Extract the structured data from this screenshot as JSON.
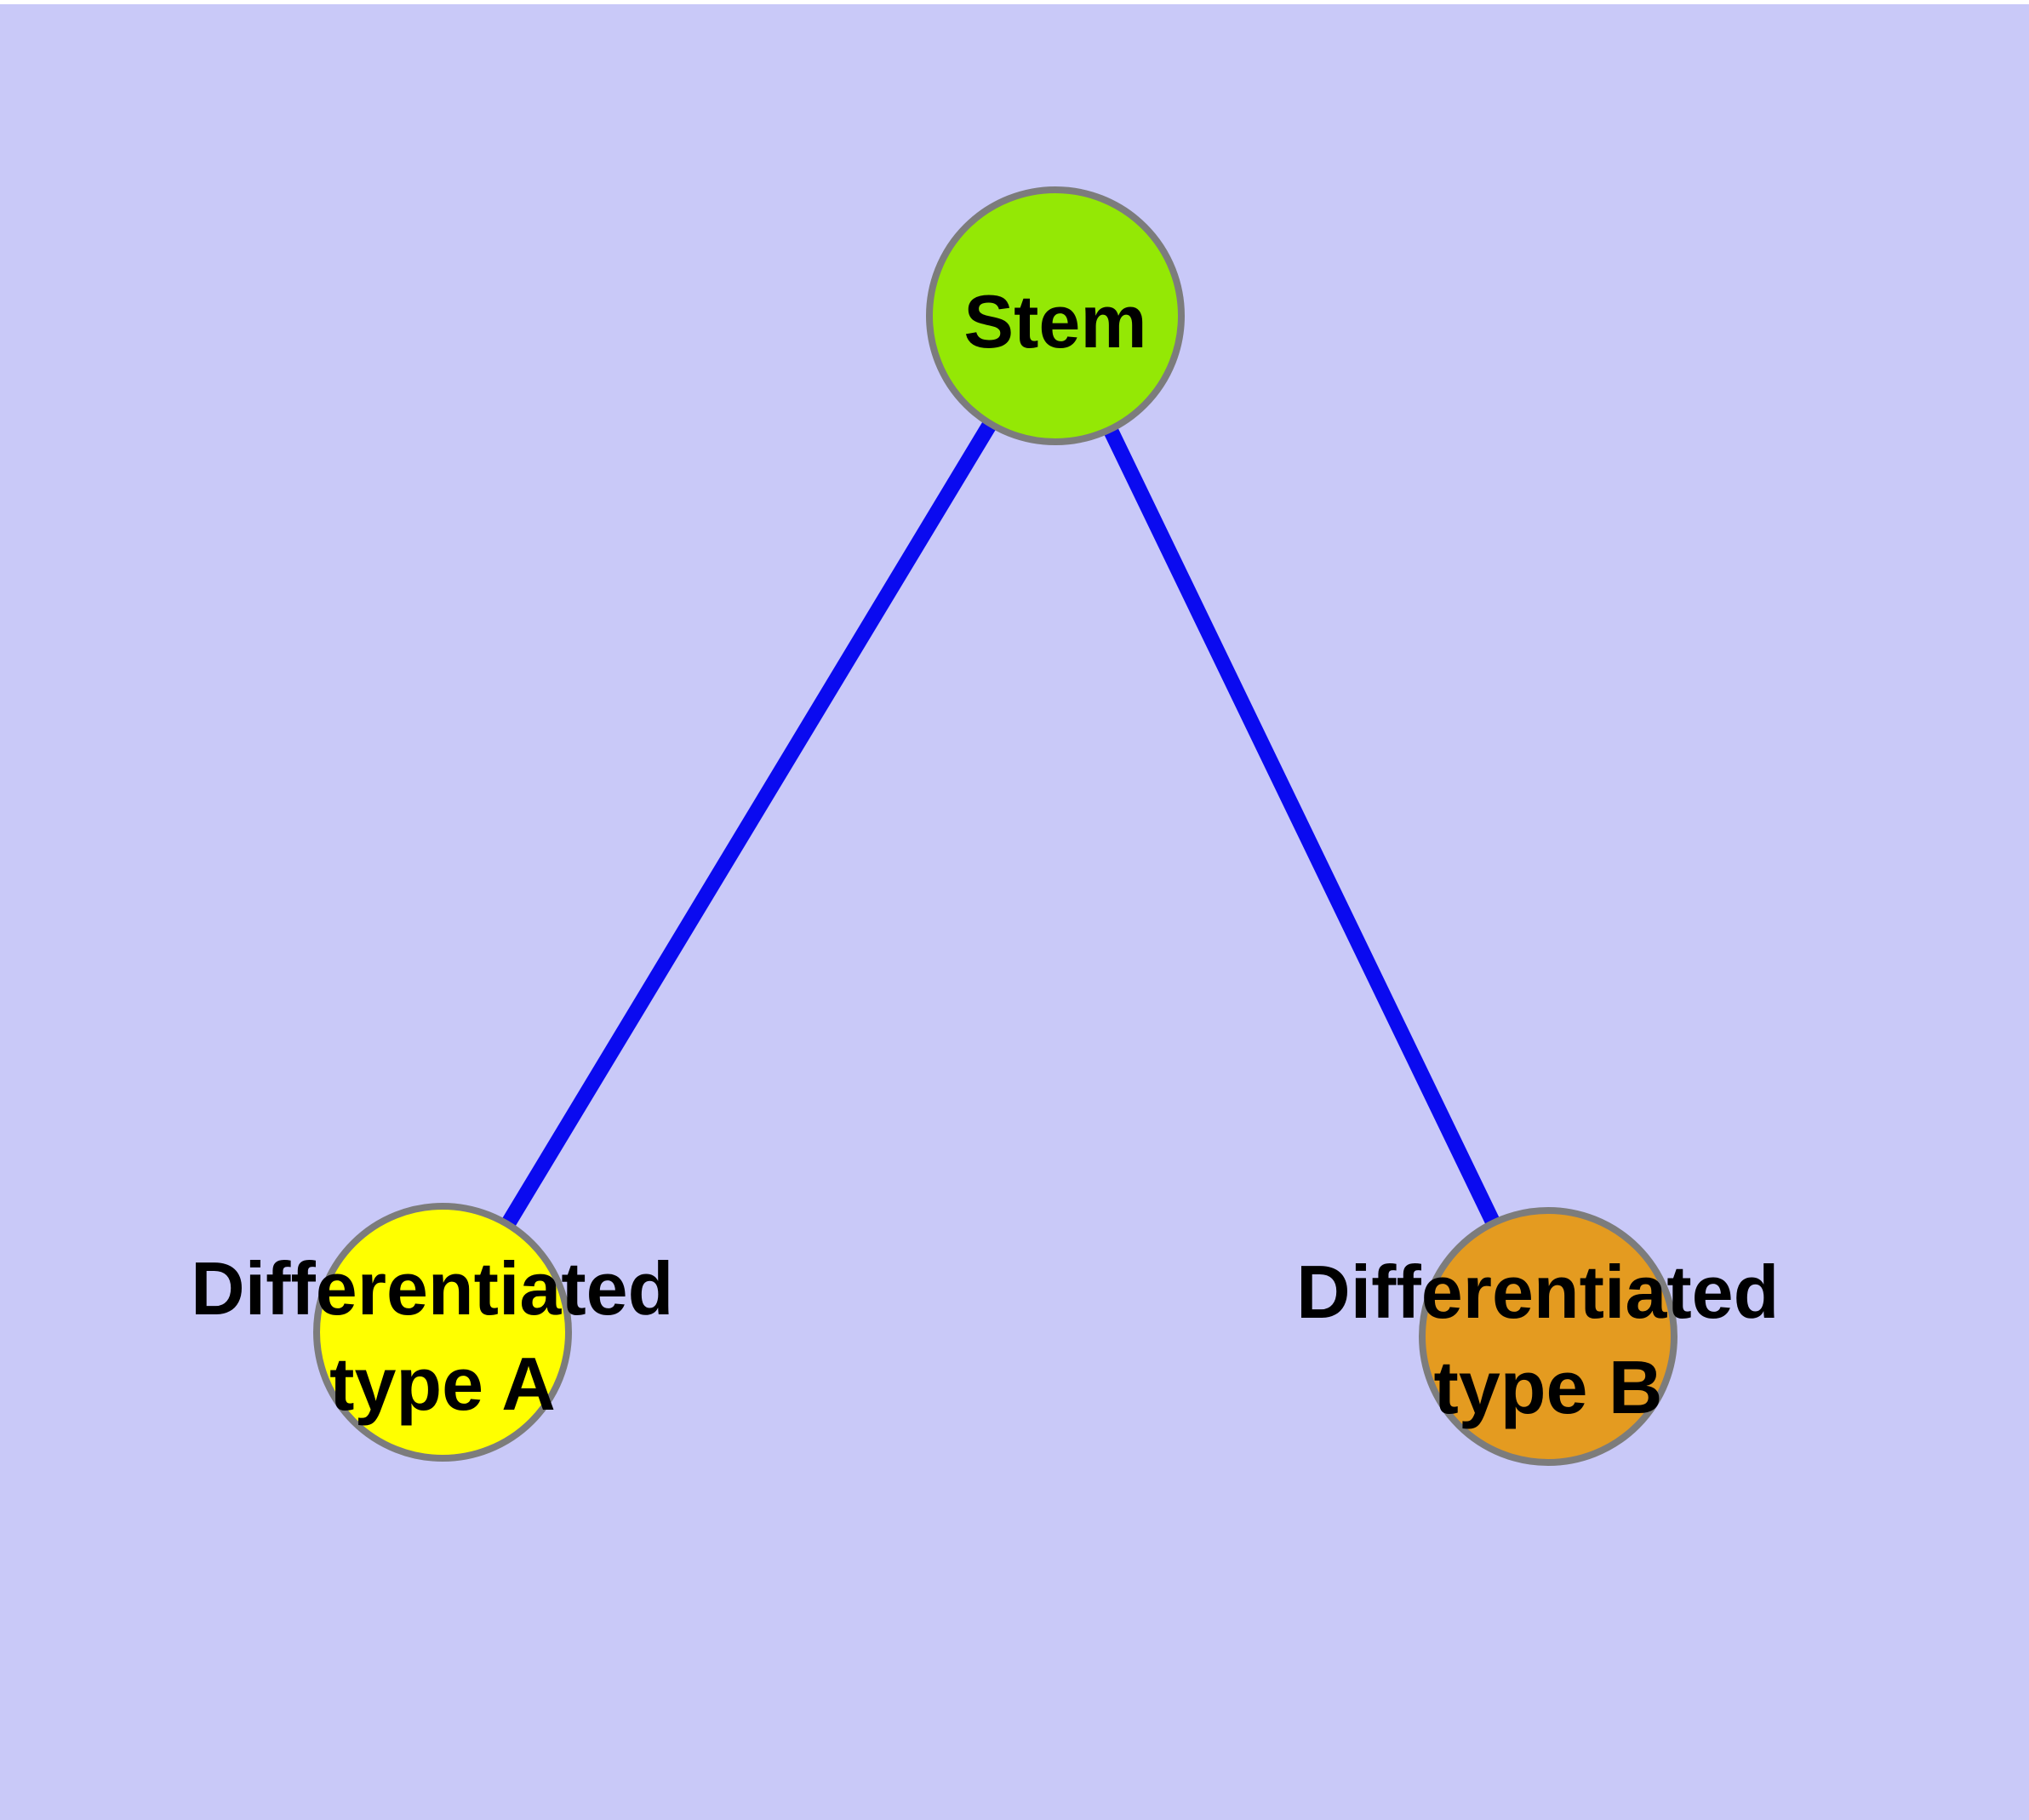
{
  "diagram": {
    "type": "graph",
    "background_color": "#C9C9F8",
    "margin_color": "#FFFFFF",
    "edge_color": "#0A0AF0",
    "node_border_color": "#7C7C7C",
    "label_color": "#000000",
    "nodes": {
      "stem": {
        "label": "Stem",
        "color": "#94E805"
      },
      "type_a": {
        "label_line1": "Differentiated",
        "label_line2": "type A",
        "color": "#FFFF00"
      },
      "type_b": {
        "label_line1": "Differentiated",
        "label_line2": "type B",
        "color": "#E49B20"
      }
    },
    "edges": [
      {
        "from": "Stem",
        "to": "Differentiated type A"
      },
      {
        "from": "Stem",
        "to": "Differentiated type B"
      }
    ]
  }
}
